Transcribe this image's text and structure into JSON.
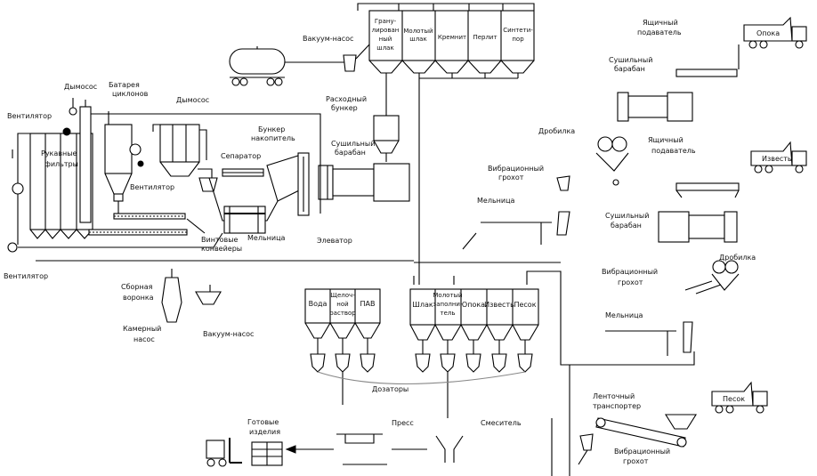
{
  "labels": {
    "granulated_slag": [
      "Грану-",
      "лирован",
      "ный",
      "шлак"
    ],
    "ground_slag": [
      "Молотый",
      "шлак"
    ],
    "silica": "Кремнит",
    "perlite": "Перлит",
    "synthetic": [
      "Синтети-",
      "пор"
    ],
    "box_feeder_top": [
      "Ящичный",
      "подаватель"
    ],
    "flask_top": "Опока",
    "vacuum_pump_top": "Вакуум-насос",
    "smoke_exhauster_1": "Дымосос",
    "battery_cyclone": [
      "Батарея",
      "циклонов"
    ],
    "smoke_exhauster_2": "Дымосос",
    "fan_1": "Вентилятор",
    "bag_filters": [
      "Рукавные",
      "фильтры"
    ],
    "supply_bunker": [
      "Расходный",
      "бункер"
    ],
    "dryer_drum_1": [
      "Сушильный",
      "барабан"
    ],
    "storage_bunker": [
      "Бункер",
      "накопитель"
    ],
    "separator": "Сепаратор",
    "fan_2": "Вентилятор",
    "mill_1": "Мельница",
    "elevator": "Элеватор",
    "screw_conveyors": [
      "Винтовые",
      "конвейеры"
    ],
    "fan_3": "Вентилятор",
    "drying_drum_right": [
      "Сушильный",
      "барабан"
    ],
    "crusher_1": "Дробилка",
    "box_feeder_2": [
      "Ящичный",
      "подаватель"
    ],
    "lime_truck": "Известь",
    "vibro_screen_1": [
      "Вибрационный",
      "грохот"
    ],
    "mill_2": "Мельница",
    "drying_drum_right2": [
      "Сушильный",
      "барабан"
    ],
    "crusher_2": "Дробилка",
    "vibro_screen_2": [
      "Вибрационный",
      "грохот"
    ],
    "mill_3": "Мельница",
    "collecting_funnel": [
      "Сборная",
      "воронка"
    ],
    "chamber_pump": [
      "Камерный",
      "насос"
    ],
    "vacuum_pump_bottom": "Вакуум-насос",
    "water": "Вода",
    "alkali_solution": [
      "Щелоч-",
      "ной",
      "раствор"
    ],
    "paa": "ПАВ",
    "slag": "Шлак",
    "ground_clinker": [
      "Молотый",
      "заполни-",
      "тель"
    ],
    "flask_bin": "Опока",
    "lime_bin": "Известь",
    "sand_bin": "Песок",
    "dosers": "Дозаторы",
    "press": "Пресс",
    "mixer": "Смеситель",
    "finished_goods": [
      "Готовые",
      "изделия"
    ],
    "belt_conveyor": [
      "Ленточный",
      "транспортер"
    ],
    "sand_truck": "Песок",
    "vibro_screen_3": [
      "Вибрационный",
      "грохот"
    ]
  }
}
